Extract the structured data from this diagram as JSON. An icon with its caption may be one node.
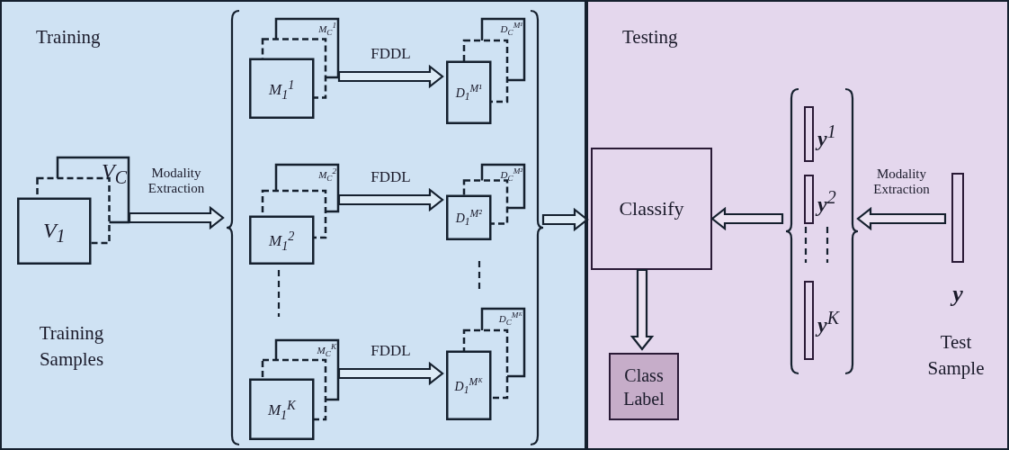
{
  "diagram": {
    "nodes": [
      {
        "text": [
          "Training"
        ]
      },
      {
        "text": [
          "V$_{1}$",
          "V$_{C}$"
        ],
        "beside": [
          "Training Samples"
        ],
        "in": 0
      },
      {
        "text": [],
        "shape": "bracket",
        "in": 0
      },
      {
        "text": [
          "M$_{1}$$^{1}$",
          "M$_{C}$$^{1}$"
        ],
        "in": 2
      },
      {
        "text": [
          "D$_{1}$$^{M¹}$",
          "D$_{C}$$^{M¹}$"
        ],
        "in": 2
      },
      {
        "text": [
          "M$_{1}$$^{2}$",
          "M$_{C}$$^{2}$"
        ],
        "in": 2
      },
      {
        "text": [
          "D$_{1}$$^{M²}$",
          "D$_{C}$$^{M²}$"
        ],
        "in": 2
      },
      {
        "text": [
          "M$_{1}$$^{K}$",
          "M$_{C}$$^{K}$"
        ],
        "in": 2
      },
      {
        "text": [
          "D$_{1}$$^{Mᴷ}$",
          "D$_{C}$$^{Mᴷ}$"
        ],
        "in": 2
      },
      {
        "text": [
          "Testing"
        ]
      },
      {
        "text": [
          "Classify"
        ],
        "in": 9
      },
      {
        "text": [
          "Class Label"
        ],
        "in": 9
      },
      {
        "text": [],
        "shape": "bracket",
        "in": 9
      },
      {
        "text": [
          "**y**$^{1}$"
        ],
        "in": 12
      },
      {
        "text": [
          "**y**$^{2}$"
        ],
        "in": 12
      },
      {
        "text": [
          "**y**$^{K}$"
        ],
        "in": 12
      },
      {
        "text": [
          "**y**"
        ],
        "beside": [
          "Test Sample"
        ],
        "in": 9
      }
    ],
    "edges": [
      {
        "from": 1,
        "to": 2,
        "arrow": "to",
        "label": "Modality Extraction"
      },
      {
        "from": 3,
        "to": 4,
        "arrow": "to",
        "label": "FDDL"
      },
      {
        "from": 5,
        "to": 6,
        "arrow": "to",
        "label": "FDDL"
      },
      {
        "from": 7,
        "to": 8,
        "arrow": "to",
        "label": "FDDL"
      },
      {
        "from": 2,
        "to": 10,
        "arrow": "to"
      },
      {
        "from": 16,
        "to": 12,
        "arrow": "to",
        "label": "Modality Extraction"
      },
      {
        "from": 12,
        "to": 10,
        "arrow": "to"
      },
      {
        "from": 10,
        "to": 11,
        "arrow": "to"
      }
    ]
  }
}
